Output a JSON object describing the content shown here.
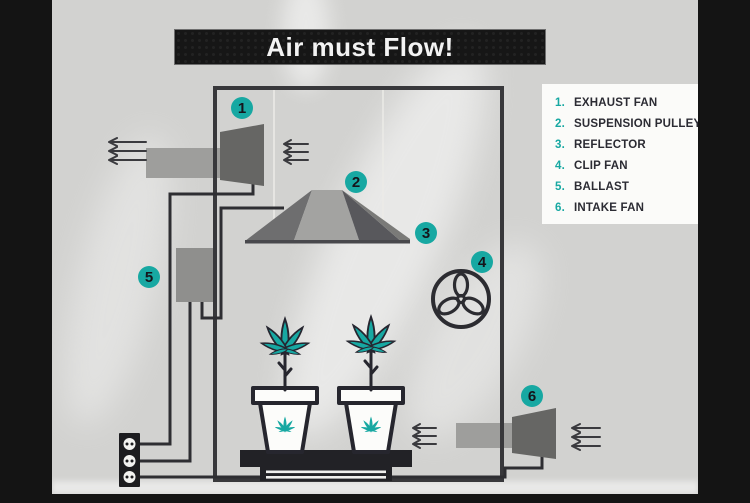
{
  "title": "Air must Flow!",
  "legend": {
    "items": [
      {
        "num": "1.",
        "label": "EXHAUST FAN"
      },
      {
        "num": "2.",
        "label": "SUSPENSION PULLEY"
      },
      {
        "num": "3.",
        "label": "REFLECTOR"
      },
      {
        "num": "4.",
        "label": "CLIP FAN"
      },
      {
        "num": "5.",
        "label": "BALLAST"
      },
      {
        "num": "6.",
        "label": "INTAKE FAN"
      }
    ]
  },
  "badges": {
    "items": [
      "1",
      "2",
      "3",
      "4",
      "5",
      "6"
    ]
  },
  "icons": {
    "clip_fan": "fan-blades-in-circle",
    "plant": "cannabis-leaf",
    "power_strip": "outlet-sockets",
    "airflow": "left-arrows"
  },
  "colors": {
    "accent_teal": "#17a8a2",
    "background": "#d2d2d0",
    "banner_bg": "#161616",
    "banner_text": "#f3f3f3",
    "legend_bg": "#fbfbf9",
    "legend_text": "#2b2b33",
    "equipment_gray": "#666664",
    "duct_gray": "#9e9e9c",
    "outline_dark": "#2e2e32"
  }
}
